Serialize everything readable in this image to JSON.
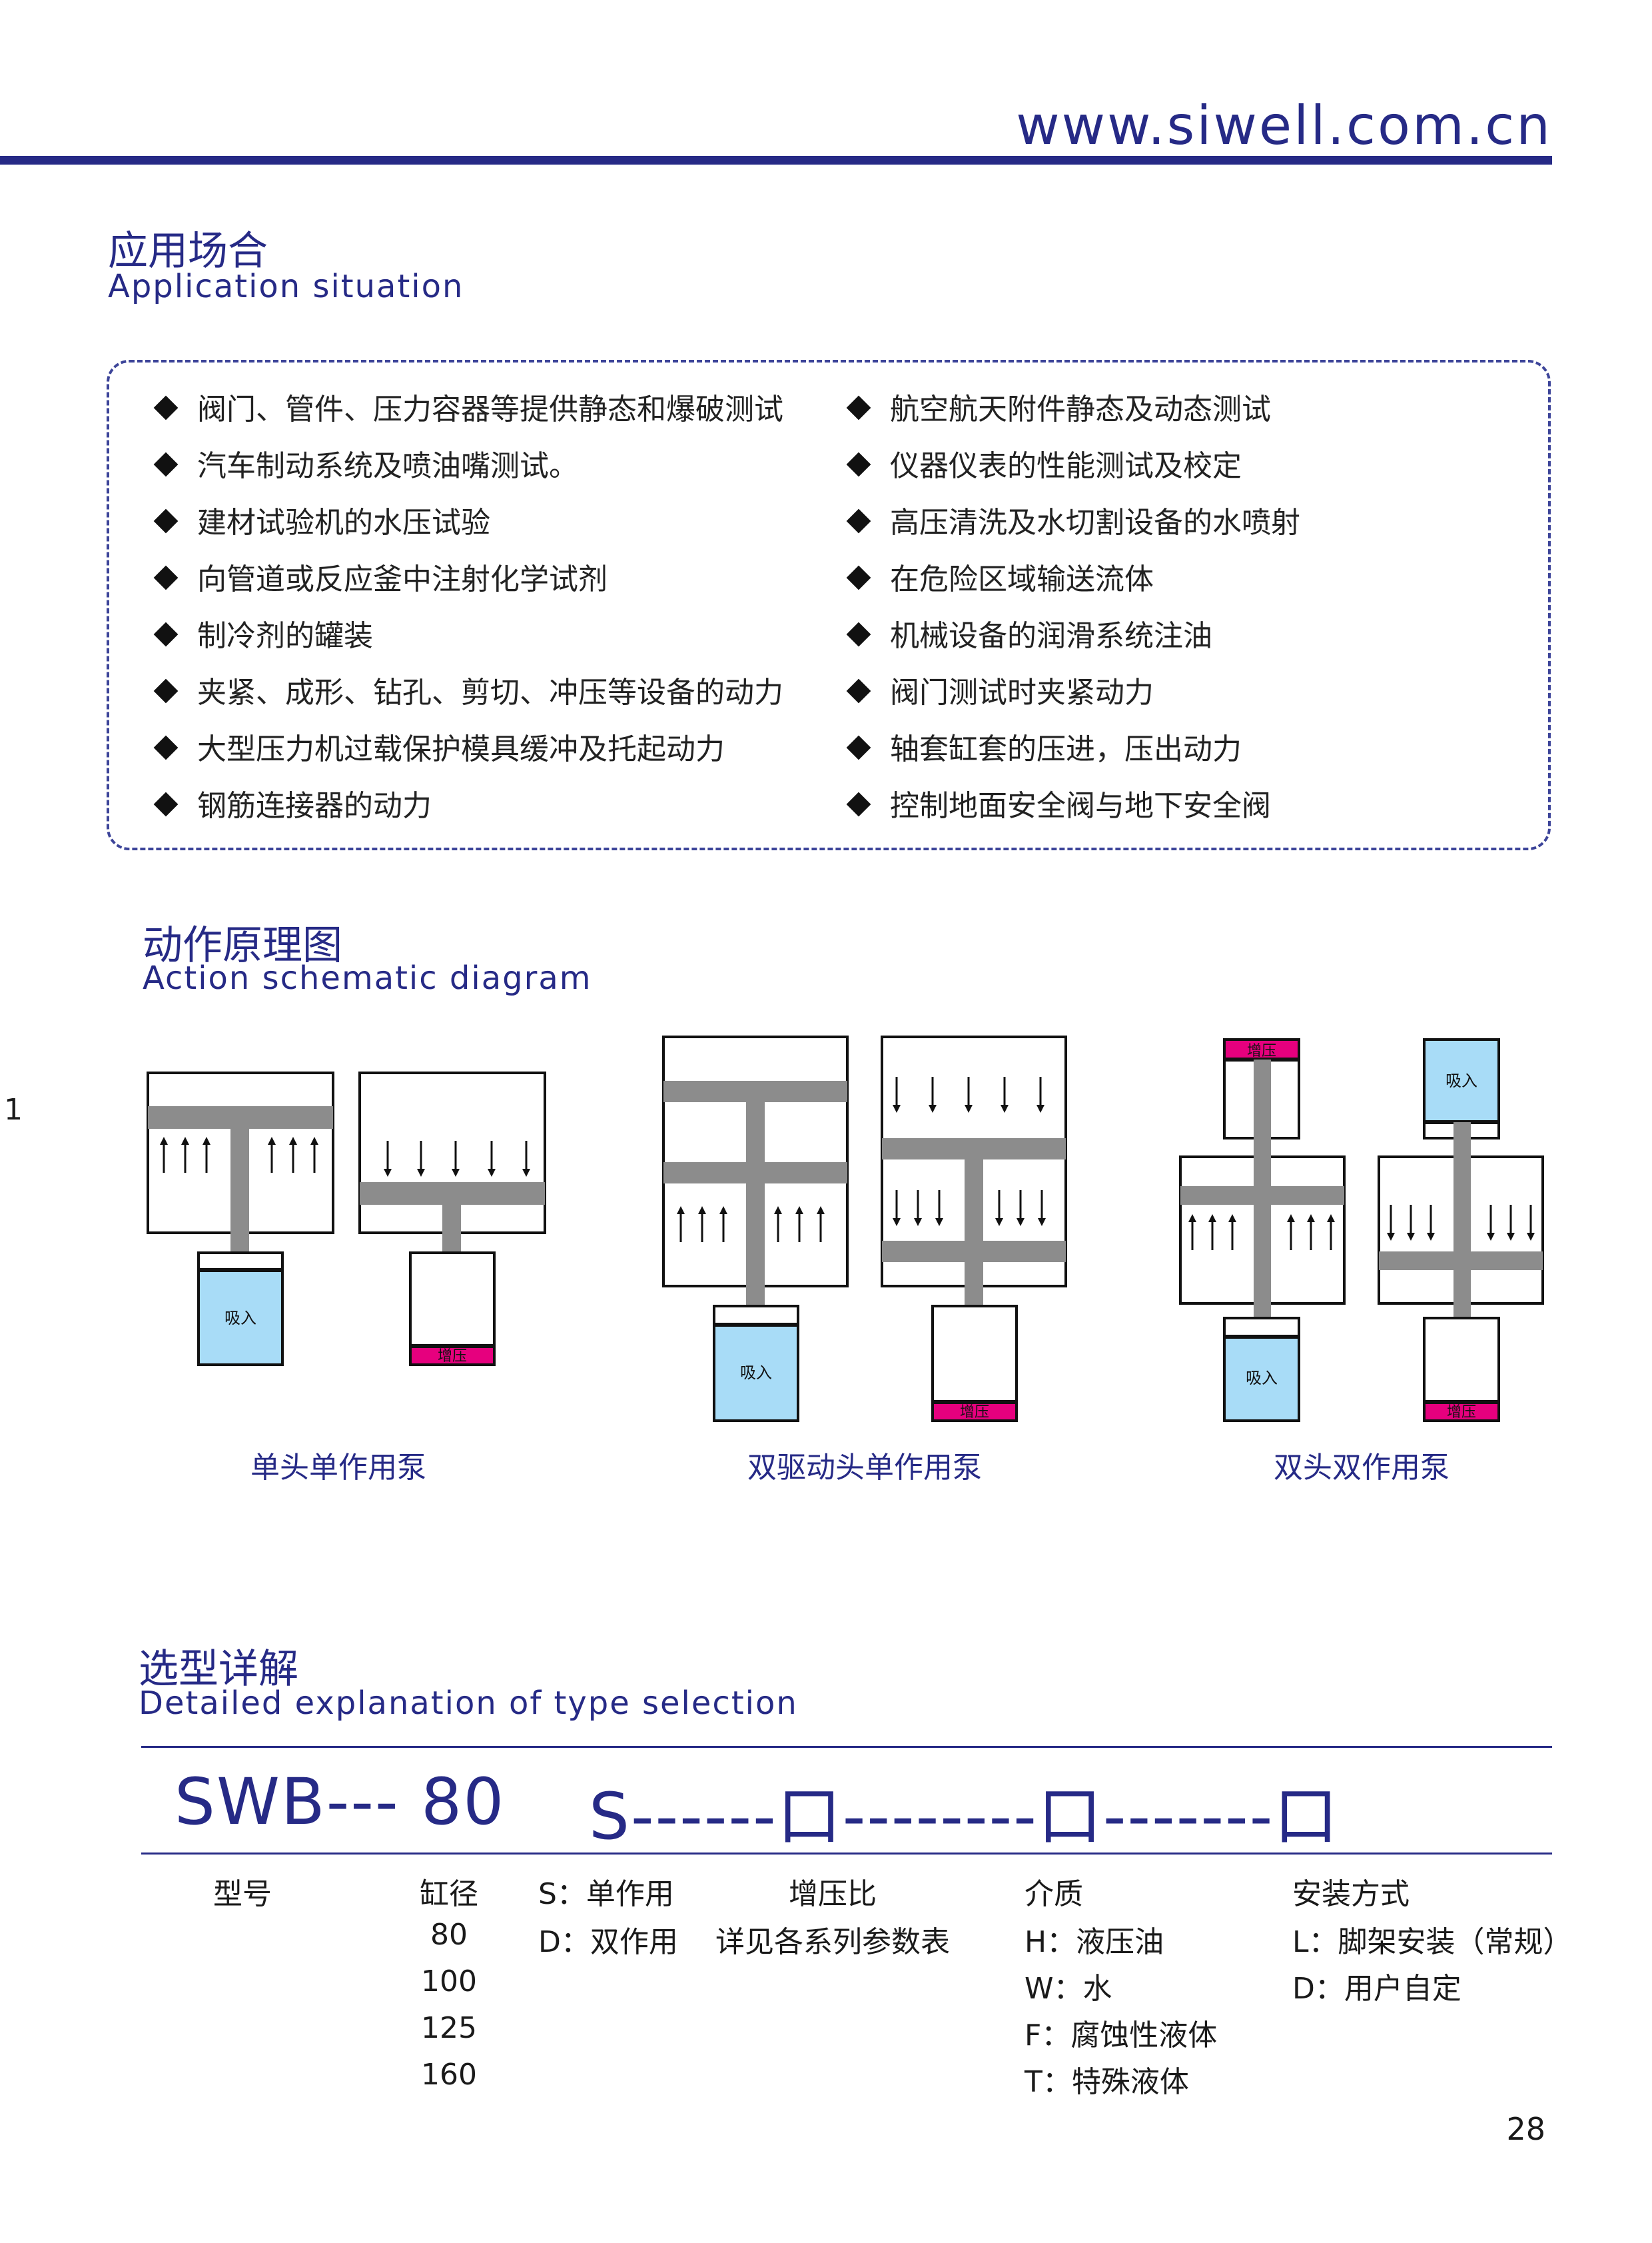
{
  "header": {
    "url": "www.siwell.com.cn"
  },
  "side_mark": "1",
  "application": {
    "title_cn": "应用场合",
    "title_en": "Application situation",
    "left_items": [
      "阀门、管件、压力容器等提供静态和爆破测试",
      "汽车制动系统及喷油嘴测试。",
      "建材试验机的水压试验",
      "向管道或反应釜中注射化学试剂",
      "制冷剂的罐装",
      "夹紧、成形、钻孔、剪切、冲压等设备的动力",
      "大型压力机过载保护模具缓冲及托起动力",
      "钢筋连接器的动力"
    ],
    "right_items": [
      "航空航天附件静态及动态测试",
      "仪器仪表的性能测试及校定",
      "高压清洗及水切割设备的水喷射",
      "在危险区域输送流体",
      "机械设备的润滑系统注油",
      "阀门测试时夹紧动力",
      "轴套缸套的压进，压出动力",
      "控制地面安全阀与地下安全阀"
    ]
  },
  "schematic": {
    "title_cn": "动作原理图",
    "title_en": "Action schematic diagram",
    "label_suction": "吸入",
    "label_pressure": "增压",
    "captions": [
      "单头单作用泵",
      "双驱动头单作用泵",
      "双头双作用泵"
    ],
    "colors": {
      "suction_fill": "#a8dcf7",
      "pressure_fill": "#e6007e",
      "rod": "#8c8c8c"
    }
  },
  "selection": {
    "title_cn": "选型详解",
    "title_en": "Detailed explanation of type selection",
    "code_left": "SWB--- 80",
    "code_right": "S------口--------口-------口",
    "columns": [
      {
        "head": "型号",
        "rows": []
      },
      {
        "head": "缸径",
        "rows": [
          "80",
          "100",
          "125",
          "160"
        ]
      },
      {
        "head": "S：单作用",
        "rows": [
          "D：双作用"
        ]
      },
      {
        "head": "增压比",
        "rows": [
          "详见各系列参数表"
        ]
      },
      {
        "head": "介质",
        "rows": [
          "H：液压油",
          "W：水",
          "F：腐蚀性液体",
          "T：特殊液体"
        ]
      },
      {
        "head": "安装方式",
        "rows": [
          "L：脚架安装（常规）",
          "D：用户自定"
        ]
      }
    ]
  },
  "page_number": "28",
  "colors": {
    "brand": "#262a86"
  }
}
